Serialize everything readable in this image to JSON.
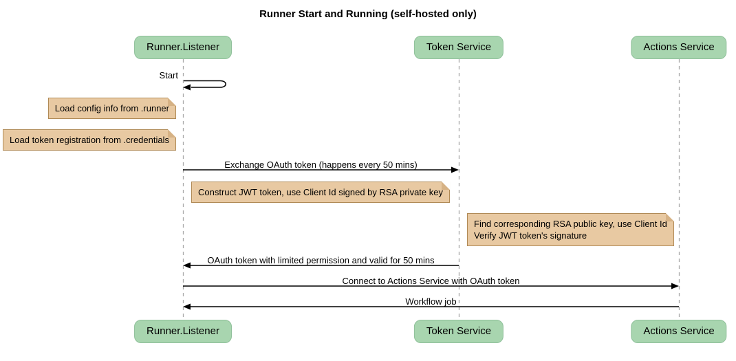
{
  "title": "Runner Start and Running (self-hosted only)",
  "participants": [
    {
      "label": "Runner.Listener"
    },
    {
      "label": "Token Service"
    },
    {
      "label": "Actions Service"
    }
  ],
  "messages": [
    {
      "label": "Start",
      "from": "Runner.Listener",
      "to": "Runner.Listener",
      "kind": "self"
    },
    {
      "label": "Exchange OAuth token (happens every 50 mins)",
      "from": "Runner.Listener",
      "to": "Token Service",
      "kind": "solid-arrow"
    },
    {
      "label": "OAuth token with limited permission and valid for 50 mins",
      "from": "Token Service",
      "to": "Runner.Listener",
      "kind": "solid-arrow"
    },
    {
      "label": "Connect to Actions Service with OAuth token",
      "from": "Runner.Listener",
      "to": "Actions Service",
      "kind": "solid-arrow"
    },
    {
      "label": "Workflow job",
      "from": "Actions Service",
      "to": "Runner.Listener",
      "kind": "solid-arrow"
    }
  ],
  "notes": [
    {
      "lines": [
        "Load config info from .runner"
      ],
      "over": "Runner.Listener"
    },
    {
      "lines": [
        "Load token registration from .credentials"
      ],
      "over": "Runner.Listener"
    },
    {
      "lines": [
        "Construct JWT token, use Client Id signed by RSA private key"
      ],
      "over": "Runner.Listener, Token Service"
    },
    {
      "lines": [
        "Find corresponding RSA public key, use Client Id",
        "Verify JWT token's signature"
      ],
      "over": "Token Service, Actions Service"
    }
  ],
  "colors": {
    "participant_fill": "#A8D5AF",
    "participant_border": "#8FC09A",
    "note_fill": "#E8C9A2",
    "note_border": "#B08A56",
    "note_fold": "#D6B285",
    "lifeline": "#A9A9A9",
    "arrow": "#000000",
    "background": "#FFFFFF"
  }
}
